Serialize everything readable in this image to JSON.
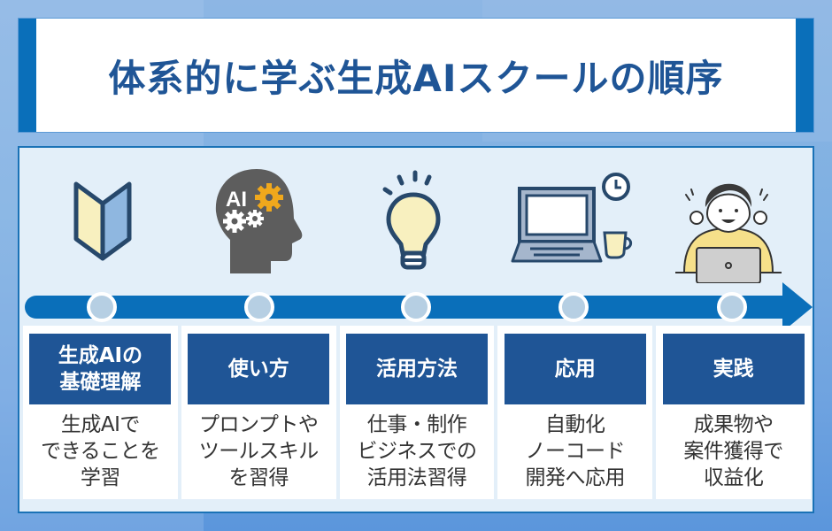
{
  "title": "体系的に学ぶ生成AIスクールの順序",
  "colors": {
    "title_text": "#1f5596",
    "banner_accent": "#0a6fba",
    "panel_bg": "#e3eff9",
    "panel_border": "#1a72b6",
    "timeline": "#0a6fba",
    "timeline_dot": "#b6cfe3",
    "card_header": "#1f5596",
    "card_text": "#333333"
  },
  "steps": [
    {
      "icon": "beginner-mark-icon",
      "heading": "生成AIの\n基礎理解",
      "description": "生成AIで\nできることを\n学習"
    },
    {
      "icon": "ai-head-gears-icon",
      "icon_label": "AI",
      "heading": "使い方",
      "description": "プロンプトや\nツールスキル\nを習得"
    },
    {
      "icon": "light-bulb-icon",
      "heading": "活用方法",
      "description": "仕事・制作\nビジネスでの\n活用法習得"
    },
    {
      "icon": "laptop-clock-cup-icon",
      "heading": "応用",
      "description": "自動化\nノーコード\n開発へ応用"
    },
    {
      "icon": "person-celebrating-laptop-icon",
      "heading": "実践",
      "description": "成果物や\n案件獲得で\n収益化"
    }
  ]
}
